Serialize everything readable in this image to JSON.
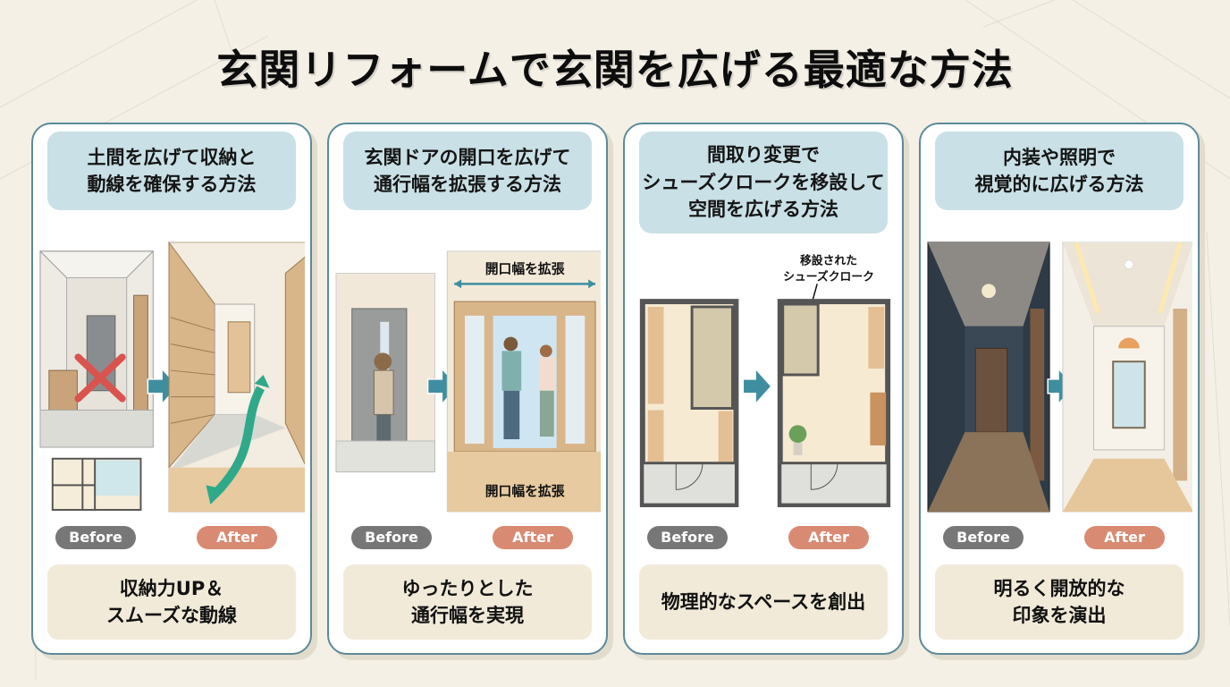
{
  "title": "玄関リフォームで玄関を広げる最適な方法",
  "colors": {
    "background": "#f4f0e6",
    "card_border": "#5c8a99",
    "header_bg": "#c9e0e6",
    "result_bg": "#f1ead9",
    "before_pill": "#777777",
    "after_pill": "#d98a72",
    "arrow": "#3e8ea0",
    "flow_arrow": "#2fa98a",
    "cross": "#d9534f"
  },
  "labels": {
    "before": "Before",
    "after": "After"
  },
  "cards": [
    {
      "header": [
        "土間を広げて収納と",
        "動線を確保する方法"
      ],
      "before_icon": "cramped-entrance-with-cross",
      "after_icon": "wide-entrance-with-shoe-storage",
      "inset_icon": "floor-plan-thumbnail",
      "result": [
        "収納力UP＆",
        "スムーズな動線"
      ]
    },
    {
      "header": [
        "玄関ドアの開口を広げて",
        "通行幅を拡張する方法"
      ],
      "before_icon": "narrow-single-door",
      "after_icon": "wide-double-door-with-couple",
      "annotations": [
        "開口幅を拡張",
        "開口幅を拡張"
      ],
      "result": [
        "ゆったりとした",
        "通行幅を実現"
      ]
    },
    {
      "header": [
        "間取り変更で",
        "シューズクロークを移設して",
        "空間を広げる方法"
      ],
      "before_icon": "floor-plan-before",
      "after_icon": "floor-plan-after",
      "annotations": [
        "移設された",
        "シューズクローク"
      ],
      "result": [
        "物理的なスペースを創出"
      ]
    },
    {
      "header": [
        "内装や照明で",
        "視覚的に広げる方法"
      ],
      "before_icon": "dark-hallway",
      "after_icon": "bright-hallway-with-mirror",
      "result": [
        "明るく開放的な",
        "印象を演出"
      ]
    }
  ]
}
